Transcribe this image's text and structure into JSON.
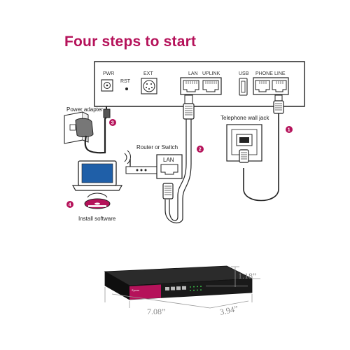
{
  "title": "Four steps to start",
  "device_ports": {
    "pwr": "PWR",
    "rst": "RST",
    "ext": "EXT",
    "lan": "LAN",
    "uplink": "UPLINK",
    "usb": "USB",
    "phone": "PHONE",
    "line": "LINE"
  },
  "labels": {
    "power_adapter": "Power adapter",
    "telephone_wall_jack": "Telephone wall jack",
    "router_or_switch": "Router or Switch",
    "router_lan": "LAN",
    "install_software": "Install software"
  },
  "steps": [
    "1",
    "2",
    "3",
    "4"
  ],
  "product": {
    "brand_text": "Zycoo",
    "dimensions": {
      "height": "1.18”",
      "width": "7.08”",
      "depth": "3.94”"
    }
  },
  "colors": {
    "accent": "#b5125a",
    "line": "#222222",
    "dimension": "#8a8a8a"
  }
}
